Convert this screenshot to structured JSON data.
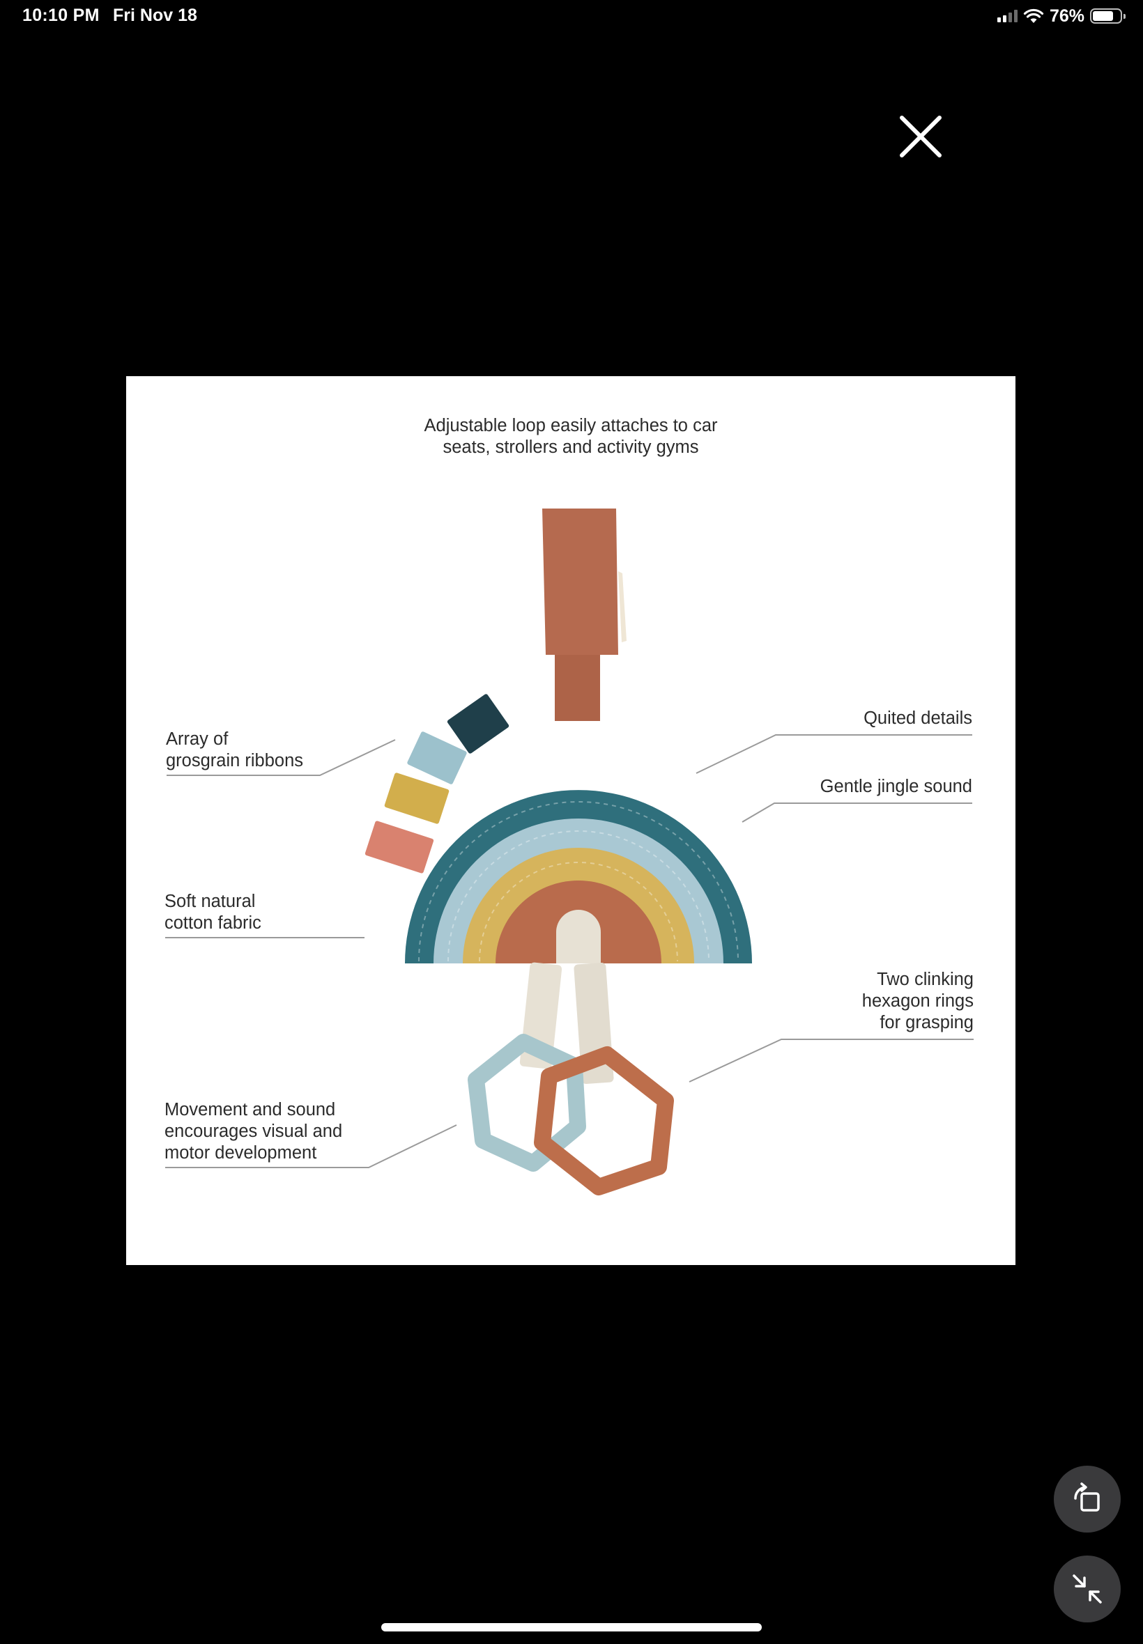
{
  "status_bar": {
    "time": "10:10 PM",
    "date": "Fri Nov 18",
    "battery_percent": "76%",
    "battery_level": 0.76,
    "signal_bars_active": 2,
    "signal_bars_total": 4,
    "icons": [
      "signal-icon",
      "wifi-icon",
      "battery-icon"
    ]
  },
  "viewer": {
    "close_icon": "close-icon",
    "rotate_icon": "rotate-icon",
    "collapse_icon": "collapse-icon"
  },
  "product_image": {
    "callouts": {
      "top": "Adjustable loop easily attaches to car\nseats, strollers and activity gyms",
      "ribbons": "Array of\ngrosgrain ribbons",
      "fabric": "Soft natural\ncotton fabric",
      "movement": "Movement and sound\nencourages visual and\nmotor development",
      "quilted": "Quited details",
      "jingle": "Gentle jingle sound",
      "rings": "Two clinking\nhexagon rings\nfor grasping"
    },
    "colors": {
      "teal": "#2f6f7c",
      "light_blue": "#a9c8d3",
      "mustard": "#d6b45c",
      "terracotta": "#b96b4c",
      "cream": "#e7e1d4",
      "navy": "#1f3f4a",
      "pink": "#d9826f",
      "ring_blue": "#a7c6cc",
      "ring_orange": "#bd6e4b"
    }
  }
}
